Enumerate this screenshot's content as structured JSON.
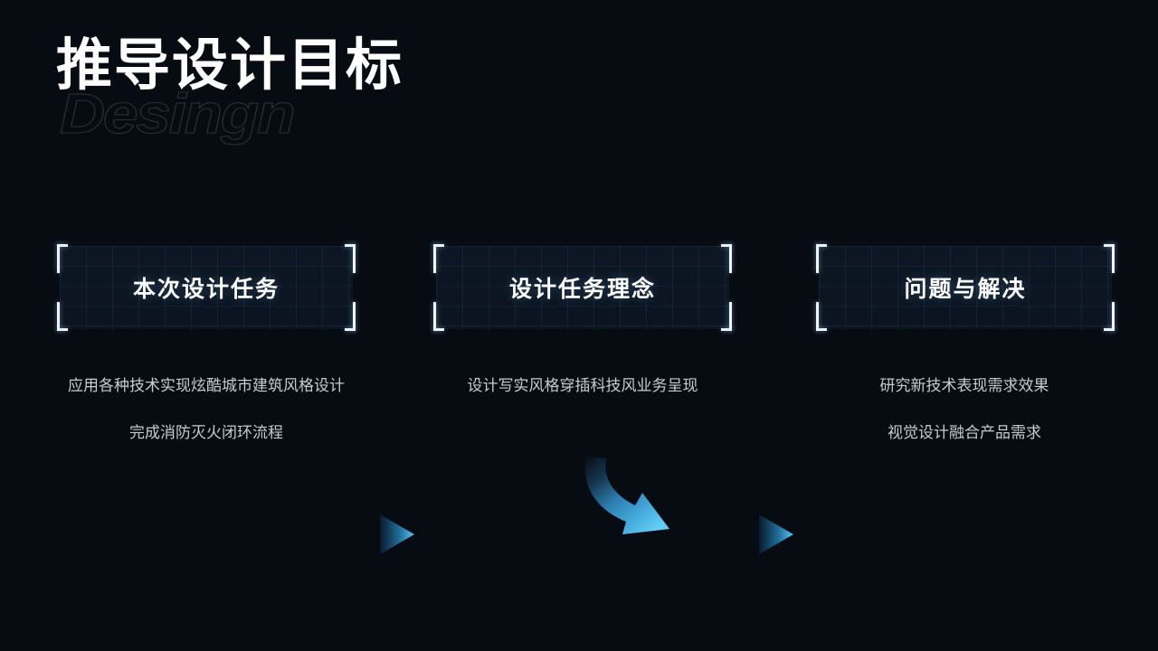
{
  "slide": {
    "background_color": "#070b12",
    "accent_color": "#4fb4e8",
    "box_fill_color": "#0d1723",
    "bracket_color": "#eef4fb"
  },
  "title": {
    "main": "推导设计目标",
    "ghost": "Desingn"
  },
  "steps": [
    {
      "label": "本次设计任务"
    },
    {
      "label": "设计任务理念"
    },
    {
      "label": "问题与解决"
    }
  ],
  "arrows": {
    "step_arrow_icon": "triangle-right-icon",
    "flow_arrow_icon": "curved-arrow-down-right-icon"
  },
  "descriptions": [
    {
      "lines": [
        "应用各种技术实现炫酷城市建筑风格设计",
        "完成消防灭火闭环流程"
      ]
    },
    {
      "lines": [
        "设计写实风格穿插科技风业务呈现"
      ]
    },
    {
      "lines": [
        "研究新技术表现需求效果",
        "视觉设计融合产品需求"
      ]
    }
  ]
}
